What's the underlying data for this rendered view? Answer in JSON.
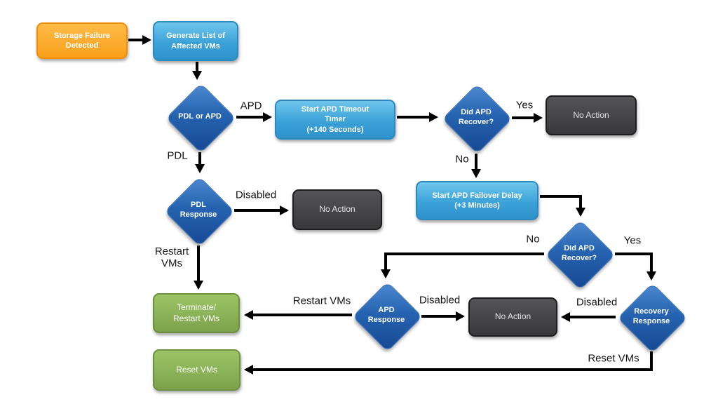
{
  "nodes": {
    "storage_failure": {
      "label": "Storage Failure\nDetected"
    },
    "generate_list": {
      "label": "Generate List of\nAffected VMs"
    },
    "pdl_or_apd": {
      "label": "PDL or APD"
    },
    "apd_timeout": {
      "label": "Start APD Timeout\nTimer\n(+140 Seconds)"
    },
    "did_apd_recover_1": {
      "label": "Did APD\nRecover?"
    },
    "no_action_top": {
      "label": "No Action"
    },
    "apd_failover": {
      "label": "Start APD Failover Delay\n(+3 Minutes)"
    },
    "pdl_response": {
      "label": "PDL\nResponse"
    },
    "no_action_mid": {
      "label": "No Action"
    },
    "did_apd_recover_2": {
      "label": "Did APD\nRecover?"
    },
    "apd_response": {
      "label": "APD\nResponse"
    },
    "no_action_bottom": {
      "label": "No Action"
    },
    "recovery_response": {
      "label": "Recovery\nResponse"
    },
    "terminate_restart": {
      "label": "Terminate/\nRestart VMs"
    },
    "reset_vms": {
      "label": "Reset VMs"
    }
  },
  "edge_labels": {
    "apd": "APD",
    "pdl": "PDL",
    "yes_top": "Yes",
    "no_top": "No",
    "disabled_pdl": "Disabled",
    "restart_vms_left": "Restart\nVMs",
    "no_mid": "No",
    "yes_mid": "Yes",
    "restart_vms_mid": "Restart VMs",
    "disabled_apd": "Disabled",
    "disabled_recovery": "Disabled",
    "reset_vms": "Reset VMs"
  },
  "colors": {
    "start_node": "#F9A41C",
    "process_node": "#3FA5DA",
    "decision_node": "#2058A8",
    "terminal_node": "#3F3F41",
    "action_node": "#87AC50",
    "arrow": "#000000"
  }
}
